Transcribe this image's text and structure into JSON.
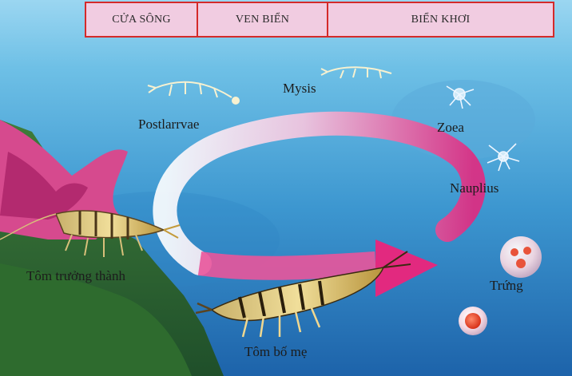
{
  "zones": [
    "CỬA SÔNG",
    "VEN BIỂN",
    "BIỂN KHƠI"
  ],
  "stages": {
    "mysis": "Mysis",
    "postlarvae": "Postlarrvae",
    "zoea": "Zoea",
    "nauplius": "Nauplius",
    "adult": "Tôm trưởng thành",
    "egg": "Trứng",
    "parent": "Tôm bố mẹ"
  },
  "colors": {
    "zone_border": "#d42a2a",
    "zone_fill": "#f1cce1",
    "water_top": "#8fd0ef",
    "water_bottom": "#1f6fb4",
    "arrow": "#ec3f8f"
  }
}
